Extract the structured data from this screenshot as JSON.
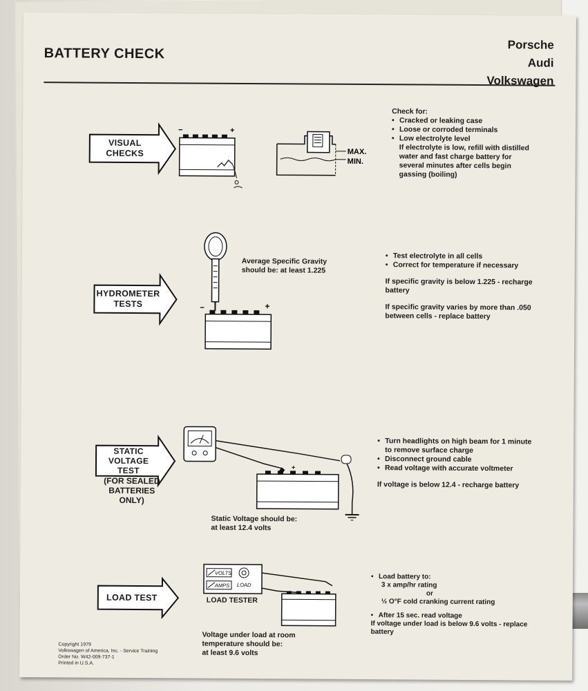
{
  "header": {
    "title": "BATTERY CHECK",
    "brands": [
      "Porsche",
      "Audi",
      "Volkswagen"
    ]
  },
  "sections": {
    "visual": {
      "arrow_label": "VISUAL\nCHECKS",
      "diagram_labels": {
        "max": "MAX.",
        "min": "MIN.",
        "minus": "−",
        "plus": "+"
      },
      "check_for": "Check for:",
      "bullets": [
        "Cracked or leaking case",
        "Loose or corroded terminals",
        "Low electrolyte level"
      ],
      "note": "If electrolyte is low, refill with distilled water and fast charge battery for several minutes after cells begin gassing (boiling)"
    },
    "hydrometer": {
      "arrow_label": "HYDROMETER\nTESTS",
      "gravity_note": "Average Specific Gravity should be:  at least 1.225",
      "diagram_labels": {
        "minus": "−",
        "plus": "+"
      },
      "bullets": [
        "Test electrolyte in all cells",
        "Correct for temperature if necessary"
      ],
      "note1": "If specific gravity is below 1.225 - recharge battery",
      "note2": "If specific gravity varies by more than .050 between cells - replace battery"
    },
    "static": {
      "arrow_label": "STATIC\nVOLTAGE\nTEST",
      "sub_label": "(FOR SEALED\nBATTERIES\nONLY)",
      "voltage_note": "Static Voltage should be:\nat least 12.4 volts",
      "diagram_labels": {
        "plus": "+"
      },
      "bullets": [
        "Turn headlights on high beam for 1 minute to remove surface charge",
        "Disconnect ground cable",
        "Read voltage with accurate voltmeter"
      ],
      "note": "If voltage is below 12.4 - recharge battery"
    },
    "load": {
      "arrow_label": "LOAD TEST",
      "tester_label": "LOAD TESTER",
      "tester_volts": "VOLTS",
      "tester_amps": "AMPS",
      "tester_load": "LOAD",
      "voltage_note": "Voltage under load at room temperature should be:\nat least 9.6 volts",
      "bullet1": "Load battery to:",
      "line_a": "3  x  amp/hr rating",
      "line_or": "or",
      "line_b": "½ O°F cold cranking current rating",
      "bullet2": "After 15 sec. read voltage",
      "note": "If voltage under load is below 9.6 volts - replace battery"
    }
  },
  "footer": {
    "lines": [
      "Copyright 1979",
      "Volkswagen of America, Inc. - Service Training",
      "Order No. W42-009-737-1",
      "Printed in U.S.A."
    ]
  }
}
